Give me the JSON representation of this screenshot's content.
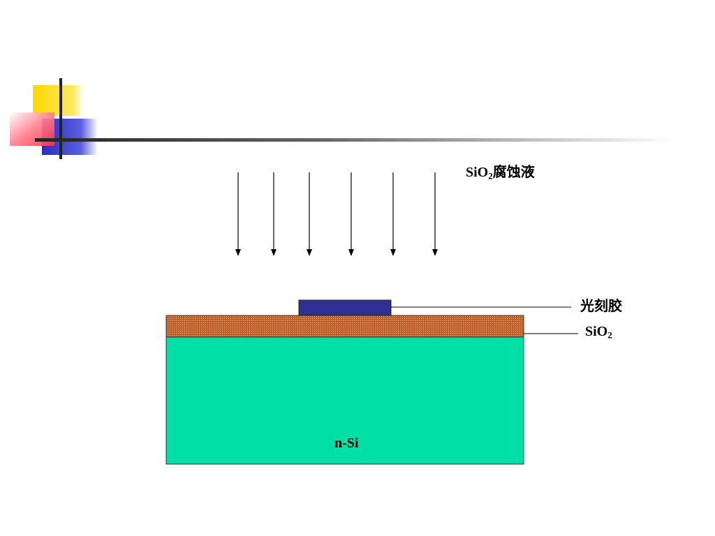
{
  "labels": {
    "etchant": {
      "prefix": "SiO",
      "sub": "2",
      "suffix": "腐蚀液"
    },
    "photoresist": "光刻胶",
    "oxide": {
      "prefix": "SiO",
      "sub": "2"
    },
    "substrate": "n-Si"
  },
  "arrows": {
    "count": 6,
    "direction": "down"
  },
  "colors": {
    "substrate": "#00e0a6",
    "oxide": "#c0602a",
    "photoresist": "#2e3192",
    "logo_yellow": "#ffd800",
    "logo_red": "#ff4060",
    "logo_blue": "#3033c8",
    "rule": "#333333"
  }
}
